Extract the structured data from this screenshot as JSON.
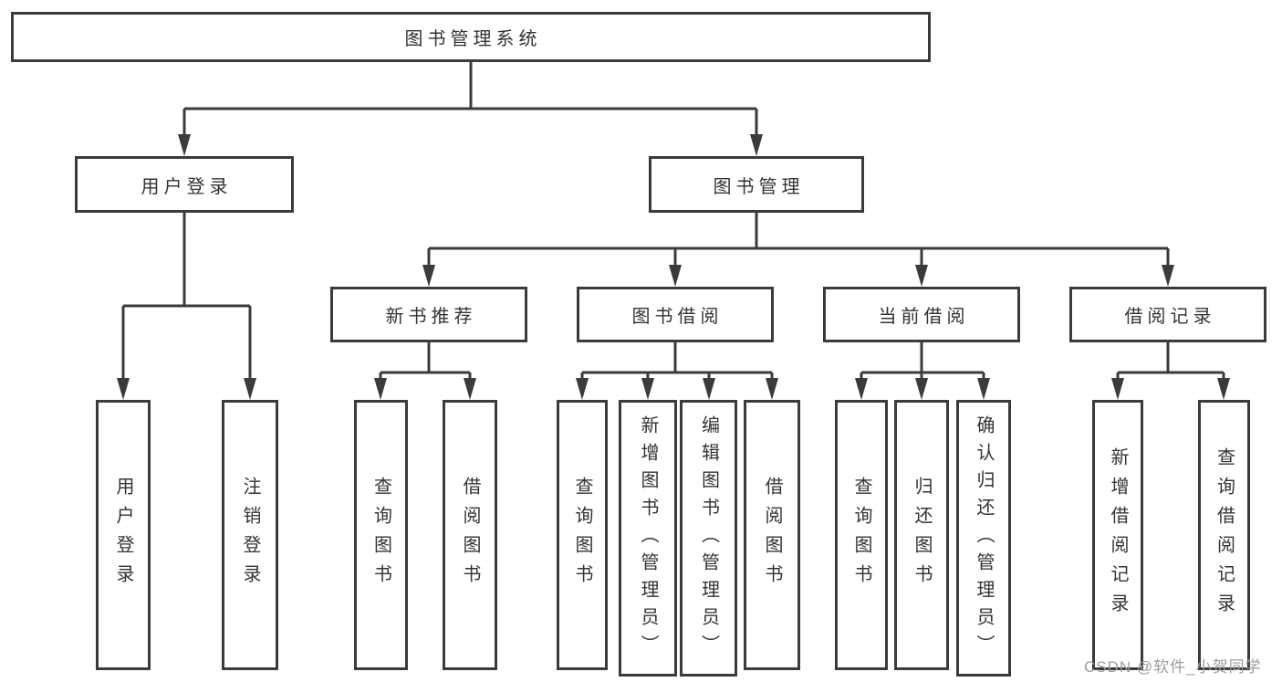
{
  "colors": {
    "line": "#3b3b3b",
    "box_border": "#3b3b3b",
    "text": "#333333",
    "watermark": "#9c9c9c",
    "background": "#ffffff"
  },
  "watermark": "CSDN @软件_小贺同学",
  "tree": {
    "label": "图书管理系统",
    "children": [
      {
        "label": "用户登录",
        "children": [
          {
            "label": "用户登录"
          },
          {
            "label": "注销登录"
          }
        ]
      },
      {
        "label": "图书管理",
        "children": [
          {
            "label": "新书推荐",
            "children": [
              {
                "label": "查询图书"
              },
              {
                "label": "借阅图书"
              }
            ]
          },
          {
            "label": "图书借阅",
            "children": [
              {
                "label": "查询图书"
              },
              {
                "label": "新增图书（管理员）"
              },
              {
                "label": "编辑图书（管理员）"
              },
              {
                "label": "借阅图书"
              }
            ]
          },
          {
            "label": "当前借阅",
            "children": [
              {
                "label": "查询图书"
              },
              {
                "label": "归还图书"
              },
              {
                "label": "确认归还（管理员）"
              }
            ]
          },
          {
            "label": "借阅记录",
            "children": [
              {
                "label": "新增借阅记录"
              },
              {
                "label": "查询借阅记录"
              }
            ]
          }
        ]
      }
    ]
  }
}
